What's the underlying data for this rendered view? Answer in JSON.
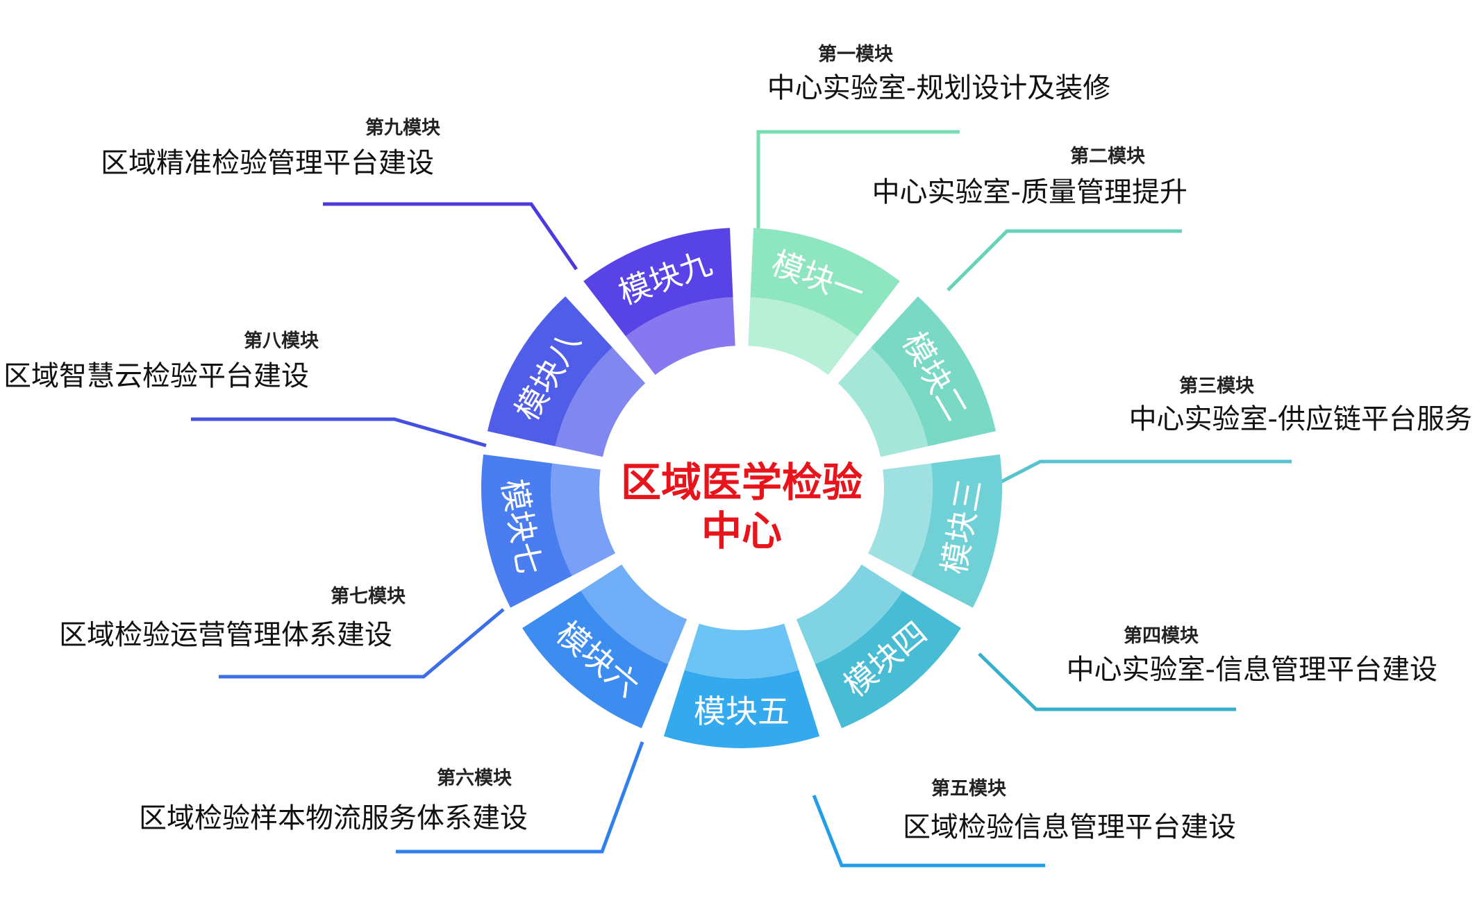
{
  "center": {
    "line1": "区域医学检验",
    "line2": "中心"
  },
  "modules": [
    {
      "segment": "模块一",
      "label": "第一模块",
      "title": "中心实验室-规划设计及装修",
      "color": "#8ee6c0",
      "inner": "#b7f0d6",
      "line": "#76dcb1"
    },
    {
      "segment": "模块二",
      "label": "第二模块",
      "title": "中心实验室-质量管理提升",
      "color": "#79d9c4",
      "inner": "#a4e6d8",
      "line": "#66d0b9"
    },
    {
      "segment": "模块三",
      "label": "第三模块",
      "title": "中心实验室-供应链平台服务",
      "color": "#6fd0d6",
      "inner": "#9fe0e3",
      "line": "#58c3cc"
    },
    {
      "segment": "模块四",
      "label": "第四模块",
      "title": "中心实验室-信息管理平台建设",
      "color": "#48bcd4",
      "inner": "#7fd3e3",
      "line": "#35afcc"
    },
    {
      "segment": "模块五",
      "label": "第五模块",
      "title": "区域检验信息管理平台建设",
      "color": "#34a9ee",
      "inner": "#6cc4f4",
      "line": "#239de8"
    },
    {
      "segment": "模块六",
      "label": "第六模块",
      "title": "区域检验样本物流服务体系建设",
      "color": "#3d8df1",
      "inner": "#6fadf6",
      "line": "#2f80ea"
    },
    {
      "segment": "模块七",
      "label": "第七模块",
      "title": "区域检验运营管理体系建设",
      "color": "#4a7ef0",
      "inner": "#799ff6",
      "line": "#3c6ee8"
    },
    {
      "segment": "模块八",
      "label": "第八模块",
      "title": "区域智慧云检验平台建设",
      "color": "#4f5de8",
      "inner": "#8087f0",
      "line": "#4450e0"
    },
    {
      "segment": "模块九",
      "label": "第九模块",
      "title": "区域精准检验管理平台建设",
      "color": "#5844e6",
      "inner": "#8778ef",
      "line": "#4d3ade"
    }
  ]
}
